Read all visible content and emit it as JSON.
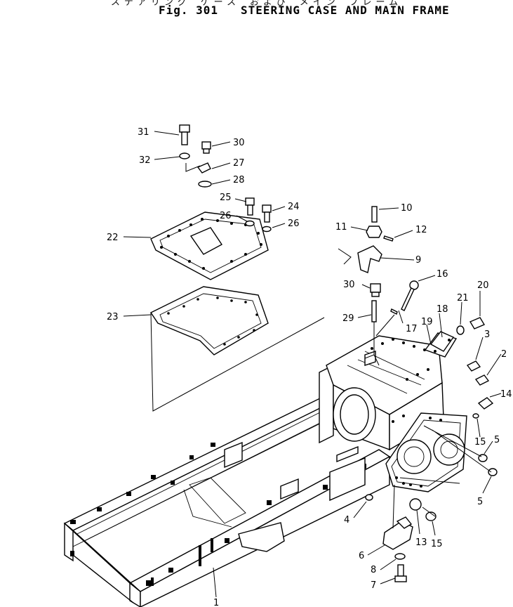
{
  "figure": {
    "number": "Fig. 301",
    "title": "STEERING CASE AND MAIN FRAME",
    "title_jp": "ステアリング ケース および メイン フレーム"
  },
  "callouts": [
    "1",
    "2",
    "3",
    "4",
    "5",
    "5",
    "6",
    "7",
    "8",
    "9",
    "10",
    "11",
    "12",
    "13",
    "14",
    "15",
    "15",
    "16",
    "17",
    "18",
    "19",
    "20",
    "21",
    "22",
    "23",
    "24",
    "25",
    "26",
    "26",
    "27",
    "28",
    "29",
    "30",
    "30",
    "31",
    "32"
  ]
}
